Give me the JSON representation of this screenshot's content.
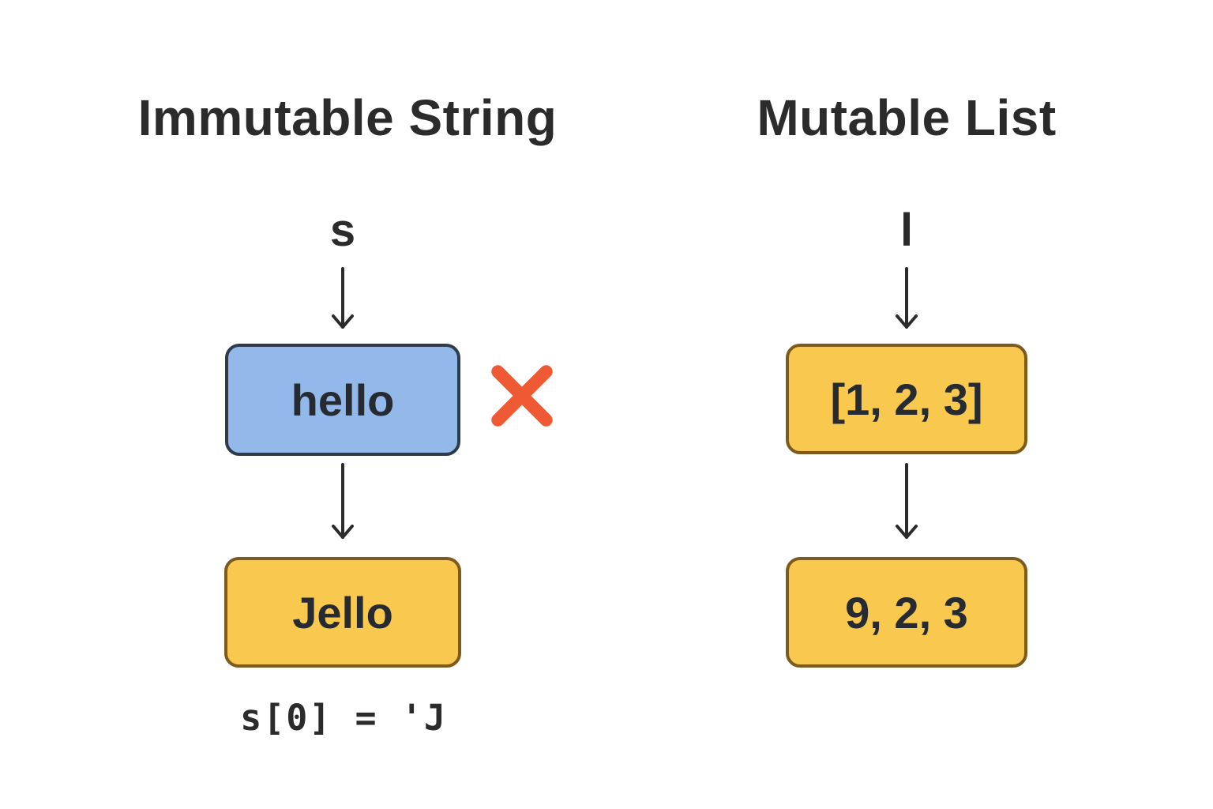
{
  "colors": {
    "background": "#ffffff",
    "text": "#2b2b2b",
    "blue_fill": "#93b9ea",
    "blue_border": "#2f3b4a",
    "yellow_fill": "#f9c84f",
    "yellow_border": "#7d5b1e",
    "x_red": "#ef5a35"
  },
  "left": {
    "title": "Immutable String",
    "variable": "s",
    "original_box": "hello",
    "result_box": "Jello",
    "code": "s[0] = 'J"
  },
  "right": {
    "title": "Mutable List",
    "variable": "l",
    "original_box": "[1, 2, 3]",
    "result_box": "9, 2, 3"
  },
  "icons": {
    "cross": "cross-icon",
    "arrows": "arrow-down-icon"
  }
}
